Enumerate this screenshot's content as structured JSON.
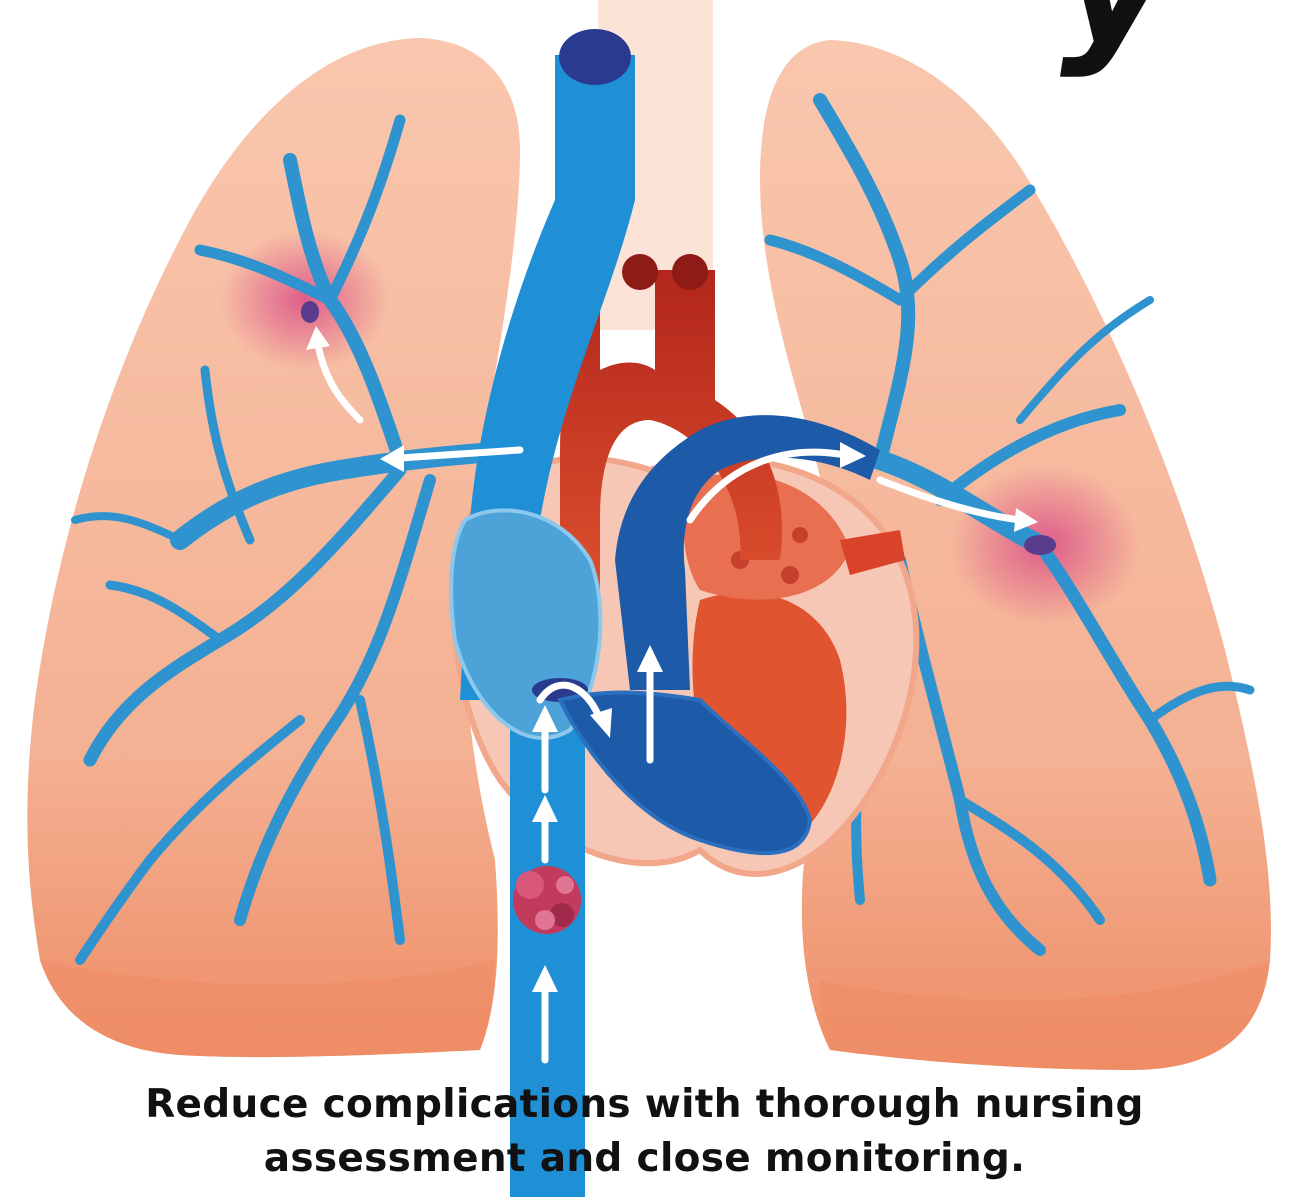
{
  "caption": {
    "line1": "Reduce complications with thorough nursing",
    "line2": "assessment and close monitoring."
  },
  "title_fragment": "y",
  "colors": {
    "lung_fill": "#f6b79a",
    "lung_base": "#ee8d66",
    "pulmonary_artery": "#2e93cf",
    "vena_cava": "#1f8fd6",
    "right_ventricle": "#1d5aa8",
    "aorta": "#d8432a",
    "clot": "#c23a5c",
    "embolus_glow": "#d94c86",
    "flow_arrow": "#ffffff",
    "caption_text": "#111111"
  },
  "icons": [
    "flow-arrow-icon",
    "blood-clot-icon",
    "embolus-icon"
  ]
}
